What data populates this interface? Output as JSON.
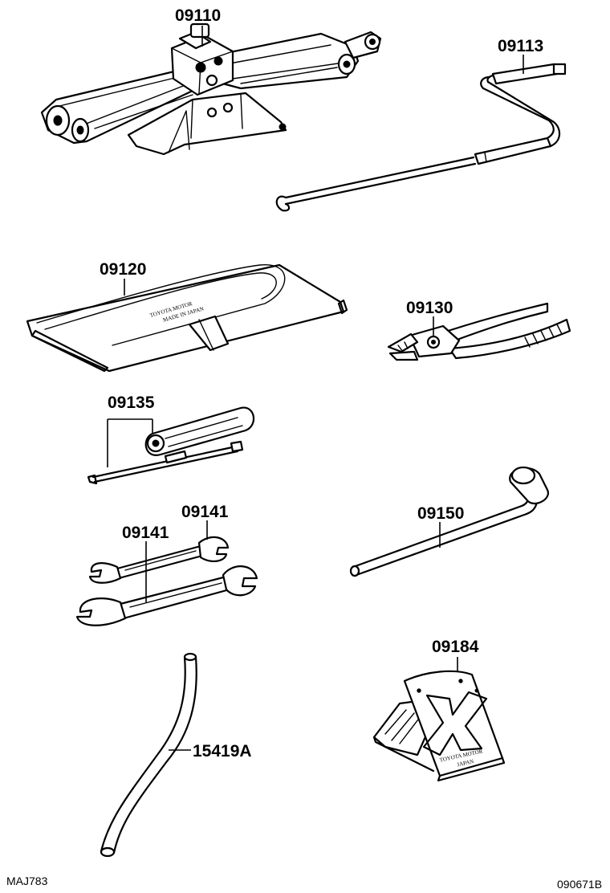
{
  "parts": {
    "jack": "09110",
    "jack_handle": "09113",
    "tool_bag": "09120",
    "pliers": "09130",
    "screwdriver": "09135",
    "wrench_upper": "09141",
    "wrench_lower": "09141",
    "lug_wrench": "09150",
    "wheel_chock": "09184",
    "hose": "15419A"
  },
  "markings": {
    "tool_bag_stamp_line1": "TOYOTA MOTOR",
    "tool_bag_stamp_line2": "MADE IN JAPAN",
    "chock_stamp_line1": "TOYOTA MOTOR",
    "chock_stamp_line2": "JAPAN"
  },
  "corners": {
    "left": "MAJ783",
    "right": "090671B"
  }
}
